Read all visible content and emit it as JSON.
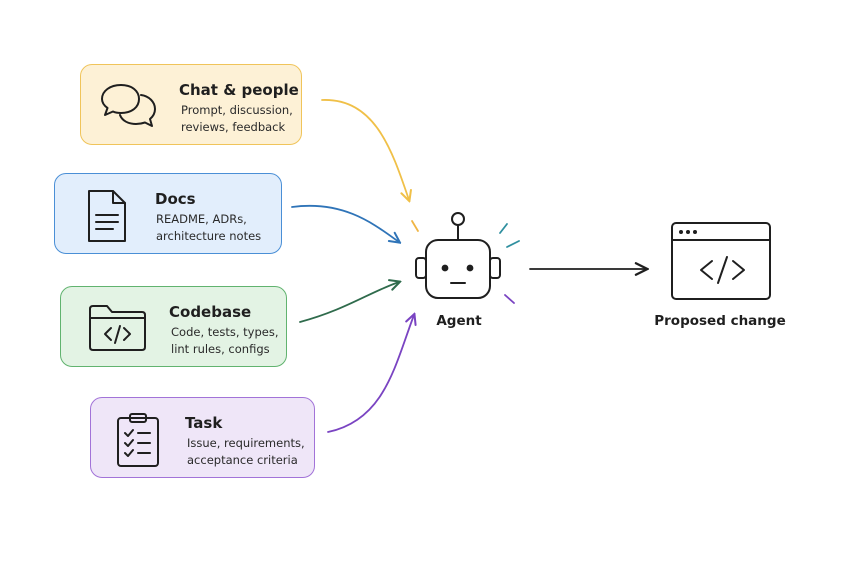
{
  "cards": [
    {
      "id": "chat",
      "title": "Chat & people",
      "lines": [
        "Prompt, discussion,",
        "reviews, feedback"
      ],
      "icon": "chat-bubbles-icon",
      "fill": "#fdf1d6",
      "stroke": "#f0c45a",
      "arrow_color": "#f0c048"
    },
    {
      "id": "docs",
      "title": "Docs",
      "lines": [
        "README, ADRs,",
        "architecture notes"
      ],
      "icon": "document-icon",
      "fill": "#e2eefc",
      "stroke": "#4a8fd6",
      "arrow_color": "#2f74b8"
    },
    {
      "id": "codebase",
      "title": "Codebase",
      "lines": [
        "Code, tests, types,",
        "lint rules, configs"
      ],
      "icon": "code-folder-icon",
      "fill": "#e3f3e4",
      "stroke": "#61b36f",
      "arrow_color": "#2f6b4c"
    },
    {
      "id": "task",
      "title": "Task",
      "lines": [
        "Issue, requirements,",
        "acceptance criteria"
      ],
      "icon": "clipboard-checklist-icon",
      "fill": "#efe6f8",
      "stroke": "#a273d8",
      "arrow_color": "#7a44c2"
    }
  ],
  "agent": {
    "label": "Agent",
    "icon": "robot-icon"
  },
  "output": {
    "label": "Proposed change",
    "icon": "code-window-icon"
  },
  "colors": {
    "ink": "#1f1f1f",
    "spark_orange": "#f0b545",
    "spark_teal": "#2f8f9f",
    "spark_purple": "#7a44c2"
  }
}
